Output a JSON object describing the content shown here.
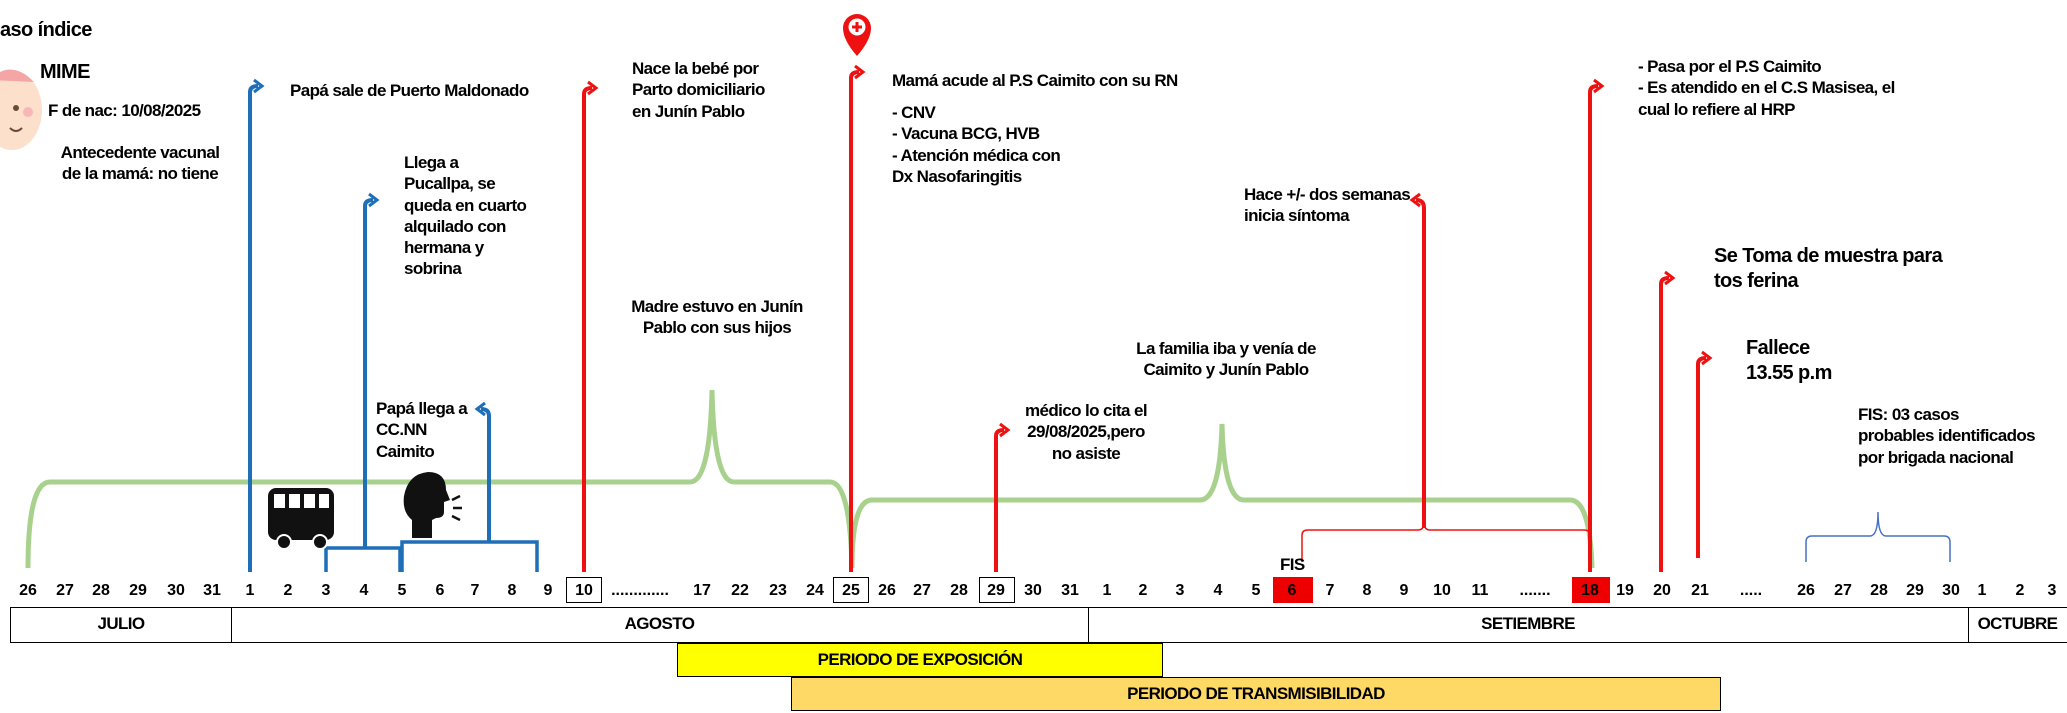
{
  "header": {
    "title": "aso índice",
    "name": "MIME",
    "birth": "F de nac: 10/08/2025",
    "vaccine_history": "Antecedente vacunal\nde la mamá: no tiene"
  },
  "events": {
    "dad_leaves": "Papá sale de Puerto Maldonado",
    "arrives_pucallpa": "Llega a\nPucallpa, se\nqueda en cuarto\nalquilado con\nhermana y\nsobrina",
    "dad_arrives_caimito": "Papá llega a\nCC.NN\nCaimito",
    "birth": "Nace la bebé por\nParto domiciliario\nen Junín Pablo",
    "mother_stayed": "Madre estuvo en Junín\nPablo con sus hijos",
    "mom_visits": "Mamá acude al P.S Caimito con su RN",
    "mom_visits_items": "- CNV\n- Vacuna BCG, HVB\n- Atención médica con\nDx Nasofaringitis",
    "doctor_appointment": "médico lo cita el\n29/08/2025,pero\nno asiste",
    "family_travel": "La familia iba y venía de\nCaimito y Junín Pablo",
    "symptoms_start": "Hace +/- dos semanas\ninicia síntoma",
    "referral": "- Pasa por el P.S Caimito\n- Es atendido en el C.S Masisea, el\ncual lo refiere al HRP",
    "sample": "Se Toma de muestra para\ntos ferina",
    "death": "Fallece\n13.55 p.m",
    "fis_cases": "FIS: 03 casos\nprobables identificados\npor brigada nacional",
    "fis_label": "FIS"
  },
  "timeline": {
    "days": [
      "26",
      "27",
      "28",
      "29",
      "30",
      "31",
      "1",
      "2",
      "3",
      "4",
      "5",
      "6",
      "7",
      "8",
      "9",
      "10",
      ".............",
      "17",
      "22",
      "23",
      "24",
      "25",
      "26",
      "27",
      "28",
      "29",
      "30",
      "31",
      "1",
      "2",
      "3",
      "4",
      "5",
      "6",
      "7",
      "8",
      "9",
      "10",
      "11",
      ".......",
      "18",
      "19",
      "20",
      "21",
      ".....",
      "26",
      "27",
      "28",
      "29",
      "30",
      "1",
      "2",
      "3"
    ],
    "months": [
      "JULIO",
      "AGOSTO",
      "SETIEMBRE",
      "OCTUBRE"
    ]
  },
  "periods": {
    "exposure": "PERIODO DE EXPOSICIÓN",
    "transmissibility": "PERIODO DE TRANSMISIBILIDAD"
  },
  "colors": {
    "blue": "#1f6fb8",
    "red": "#ee1111",
    "green": "#a9d18e",
    "yellow": "#ffff00",
    "orange": "#ffd966",
    "thin_blue": "#4472c4"
  },
  "icons": [
    "baby-face-icon",
    "bus-icon",
    "speaking-person-icon",
    "location-pin-icon"
  ]
}
